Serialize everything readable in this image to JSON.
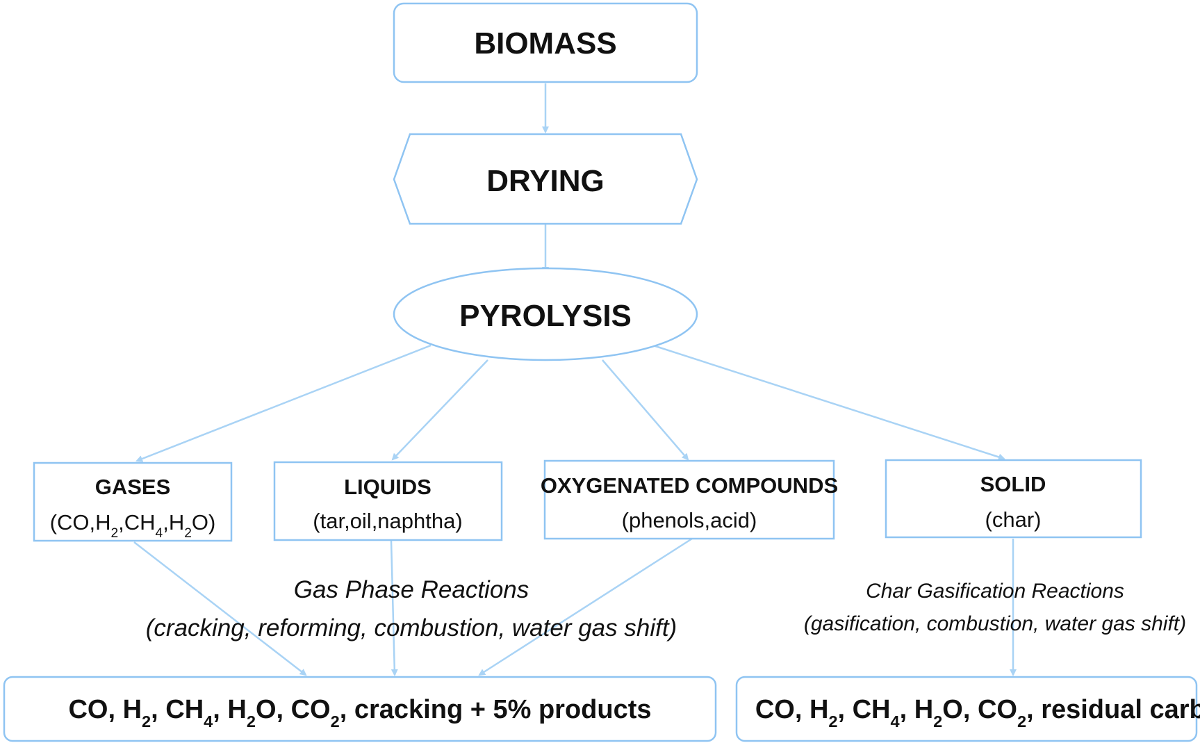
{
  "colors": {
    "border": "#8fc4f2",
    "arrow": "#a9d3f5",
    "text": "#111111"
  },
  "top": {
    "biomass": "BIOMASS",
    "drying": "DRYING",
    "pyrolysis": "PYROLYSIS"
  },
  "products": [
    {
      "title": "GASES",
      "sub_parts": [
        {
          "t": "(CO,H"
        },
        {
          "s": "2"
        },
        {
          "t": ",CH"
        },
        {
          "s": "4"
        },
        {
          "t": ",H"
        },
        {
          "s": "2"
        },
        {
          "t": "O)"
        }
      ]
    },
    {
      "title": "LIQUIDS",
      "sub": "(tar,oil,naphtha)"
    },
    {
      "title": "OXYGENATED COMPOUNDS",
      "sub": "(phenols,acid)"
    },
    {
      "title": "SOLID",
      "sub": "(char)"
    }
  ],
  "reactions": {
    "gas_phase_title": "Gas Phase Reactions",
    "gas_phase_list": "(cracking, reforming, combustion, water gas shift)",
    "char_title": "Char Gasification  Reactions",
    "char_list": "(gasification,  combustion,  water gas shift)"
  },
  "results": {
    "left_parts": [
      {
        "t": "CO, H"
      },
      {
        "s": "2"
      },
      {
        "t": ", CH"
      },
      {
        "s": "4"
      },
      {
        "t": ", H"
      },
      {
        "s": "2"
      },
      {
        "t": "O, CO"
      },
      {
        "s": "2"
      },
      {
        "t": ", cracking + 5% products"
      }
    ],
    "right_parts": [
      {
        "t": "CO, H"
      },
      {
        "s": "2"
      },
      {
        "t": ", CH"
      },
      {
        "s": "4"
      },
      {
        "t": ", H"
      },
      {
        "s": "2"
      },
      {
        "t": "O, CO"
      },
      {
        "s": "2"
      },
      {
        "t": ", residual carbon"
      }
    ]
  }
}
